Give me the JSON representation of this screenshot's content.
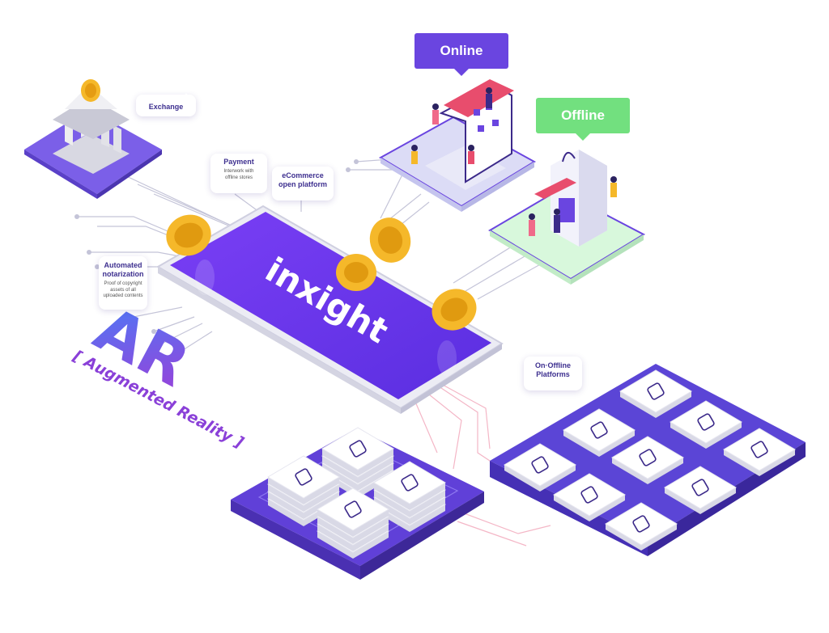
{
  "labels": {
    "online": "Online",
    "offline": "Offline",
    "exchange": "Exchange",
    "payment_title": "Payment",
    "payment_sub": "Interwork with offline stores",
    "ecommerce": "eCommerce open platform",
    "notarization_title": "Automated notarization",
    "notarization_sub": "Proof of copyright assets of all uploaded contents",
    "platforms": "On·Offline Platforms",
    "ar_big": "AR",
    "ar_sub": "[ Augmented Reality ]",
    "brand": "inxight"
  },
  "colors": {
    "purple": "#6a3df5",
    "platform": "#5b45d6",
    "online_tag": "#6a45e0",
    "offline_tag": "#72e07f",
    "coin": "#f5b82a",
    "circuit": "#b8b8d0",
    "circuit_pink": "#f3b2c3"
  },
  "icons": {
    "platform_tiles": [
      "music-icon",
      "hanger-icon",
      "wine-icon",
      "shirt-icon",
      "document-icon",
      "rocket-icon",
      "food-icon",
      "printer-icon",
      "gamepad-icon"
    ],
    "ar_tiles": [
      "movie-icon",
      "image-icon",
      "network-icon",
      "tv-icon"
    ]
  }
}
